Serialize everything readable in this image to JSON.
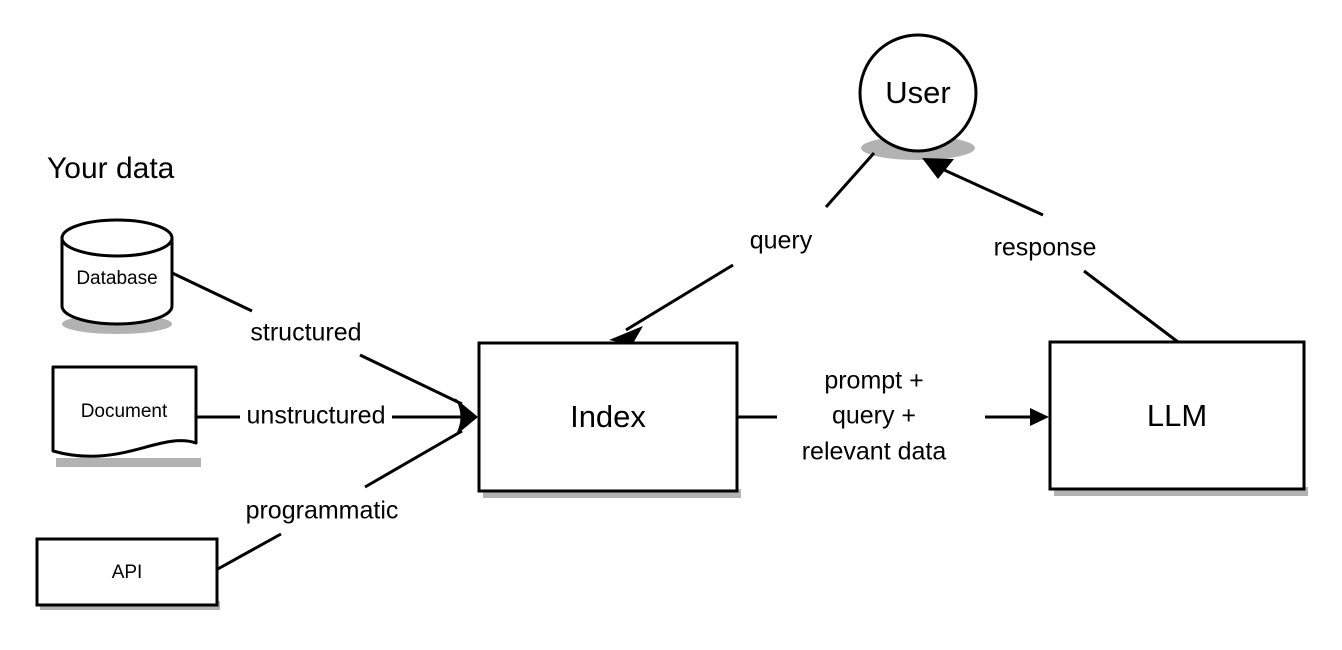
{
  "diagram": {
    "title": "Your data",
    "nodes": {
      "database": {
        "label": "Database",
        "shape": "cylinder"
      },
      "document": {
        "label": "Document",
        "shape": "document"
      },
      "api": {
        "label": "API",
        "shape": "rectangle"
      },
      "index": {
        "label": "Index",
        "shape": "rectangle"
      },
      "llm": {
        "label": "LLM",
        "shape": "rectangle"
      },
      "user": {
        "label": "User",
        "shape": "circle"
      }
    },
    "edge_labels": {
      "structured": "structured",
      "unstructured": "unstructured",
      "programmatic": "programmatic",
      "query": "query",
      "response": "response",
      "prompt_line1": "prompt +",
      "prompt_line2": "query +",
      "prompt_line3": "relevant data"
    },
    "colors": {
      "stroke": "#000000",
      "fill": "#ffffff",
      "background": "#ffffff"
    }
  }
}
